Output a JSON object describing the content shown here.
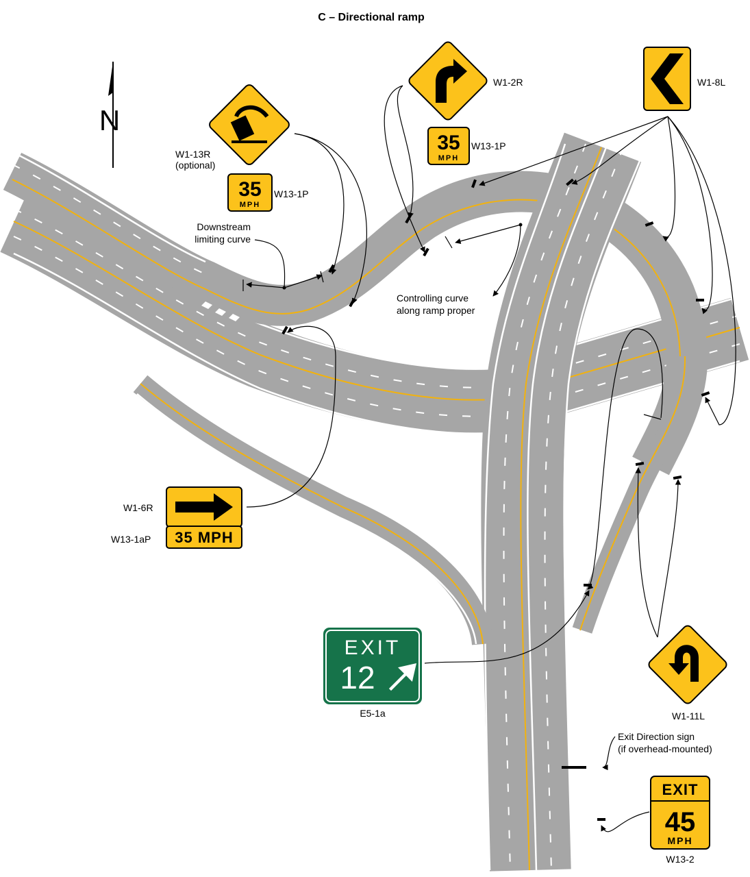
{
  "title": "C – Directional ramp",
  "north": "N",
  "colors": {
    "warning_yellow": "#fcc21b",
    "guide_green": "#16734a",
    "pavement": "#a6a6a6",
    "lane_yellow": "#f2b20e"
  },
  "signs": {
    "w1_13r": {
      "code": "W1-13R",
      "note": "(optional)",
      "plaque_code": "W13-1P",
      "plaque_speed": "35",
      "plaque_unit": "MPH",
      "icon": "truck-rollover-icon"
    },
    "w1_2r": {
      "code": "W1-2R",
      "plaque_code": "W13-1P",
      "plaque_speed": "35",
      "plaque_unit": "MPH",
      "icon": "curve-right-arrow-icon"
    },
    "w1_8l": {
      "code": "W1-8L",
      "icon": "chevron-left-icon"
    },
    "w1_6r": {
      "code": "W1-6R",
      "plaque_code": "W13-1aP",
      "plaque_text": "35 MPH",
      "icon": "large-arrow-right-icon"
    },
    "e5_1a": {
      "code": "E5-1a",
      "line1": "EXIT",
      "number": "12",
      "icon": "diagonal-arrow-up-right-icon"
    },
    "w1_11l": {
      "code": "W1-11L",
      "icon": "hairpin-left-icon"
    },
    "w13_2": {
      "code": "W13-2",
      "top": "EXIT",
      "speed": "45",
      "unit": "MPH"
    }
  },
  "annotations": {
    "downstream_1": "Downstream",
    "downstream_2": "limiting curve",
    "controlling_1": "Controlling curve",
    "controlling_2": "along ramp proper",
    "exit_dir_1": "Exit Direction sign",
    "exit_dir_2": "(if overhead-mounted)"
  }
}
